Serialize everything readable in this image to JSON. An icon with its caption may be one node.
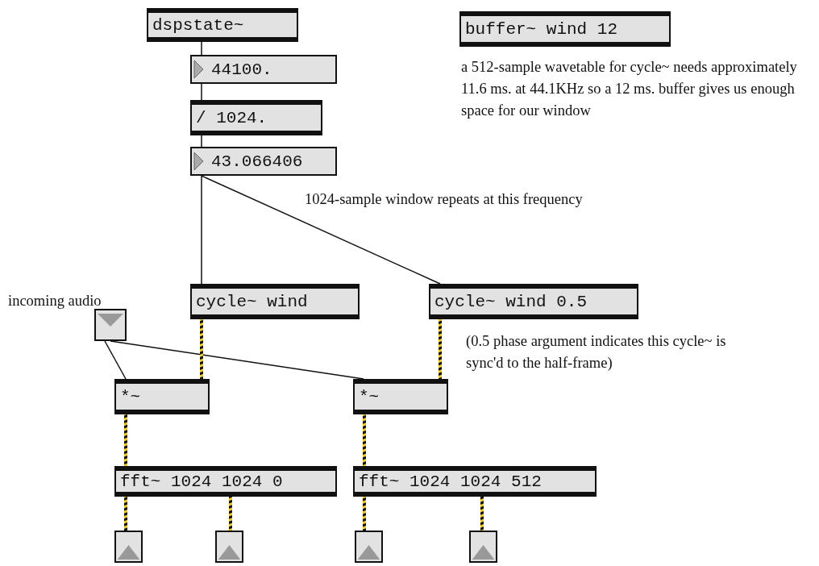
{
  "diagram": {
    "nodes": [
      {
        "text": [
          "dspstate~"
        ]
      },
      {
        "text": [
          "44100."
        ]
      },
      {
        "text": [
          "/ 1024."
        ]
      },
      {
        "text": [
          "43.066406"
        ]
      },
      {
        "text": [
          "buffer~ wind 12"
        ]
      },
      {
        "text": [
          "cycle~ wind"
        ]
      },
      {
        "text": [
          "cycle~ wind 0.5"
        ]
      },
      {
        "text": [],
        "shape": "box"
      },
      {
        "text": [
          "*~"
        ]
      },
      {
        "text": [
          "*~"
        ]
      },
      {
        "text": [
          "fft~ 1024 1024 0"
        ]
      },
      {
        "text": [
          "fft~ 1024 1024 512"
        ]
      },
      {
        "text": [],
        "shape": "box"
      },
      {
        "text": [],
        "shape": "box"
      },
      {
        "text": [],
        "shape": "box"
      },
      {
        "text": [],
        "shape": "box"
      }
    ],
    "edges": [
      {
        "from": 0,
        "to": 1,
        "arrow": "none"
      },
      {
        "from": 1,
        "to": 2,
        "arrow": "none"
      },
      {
        "from": 2,
        "to": 3,
        "arrow": "none"
      },
      {
        "from": 3,
        "to": 5,
        "arrow": "none"
      },
      {
        "from": 3,
        "to": 6,
        "arrow": "none"
      },
      {
        "from": 7,
        "to": 8,
        "arrow": "none"
      },
      {
        "from": 7,
        "to": 9,
        "arrow": "none"
      },
      {
        "from": 5,
        "to": 8,
        "arrow": "none",
        "style": "thick",
        "color": "#f0c828"
      },
      {
        "from": 6,
        "to": 9,
        "arrow": "none",
        "style": "thick",
        "color": "#f0c828"
      },
      {
        "from": 8,
        "to": 10,
        "arrow": "none",
        "style": "thick",
        "color": "#f0c828"
      },
      {
        "from": 9,
        "to": 11,
        "arrow": "none",
        "style": "thick",
        "color": "#f0c828"
      },
      {
        "from": 10,
        "to": 12,
        "arrow": "none",
        "style": "thick",
        "color": "#f0c828"
      },
      {
        "from": 10,
        "to": 13,
        "arrow": "none",
        "style": "thick",
        "color": "#f0c828"
      },
      {
        "from": 11,
        "to": 14,
        "arrow": "none",
        "style": "thick",
        "color": "#f0c828"
      },
      {
        "from": 11,
        "to": 15,
        "arrow": "none",
        "style": "thick",
        "color": "#f0c828"
      }
    ],
    "labels": [
      "a 512-sample wavetable for cycle~ needs approximately 11.6 ms. at 44.1KHz so a 12 ms. buffer gives us enough space for our window",
      "1024-sample window repeats at this frequency",
      "incoming audio",
      "(0.5 phase argument indicates this cycle~ is sync'd to the half-frame)"
    ]
  }
}
